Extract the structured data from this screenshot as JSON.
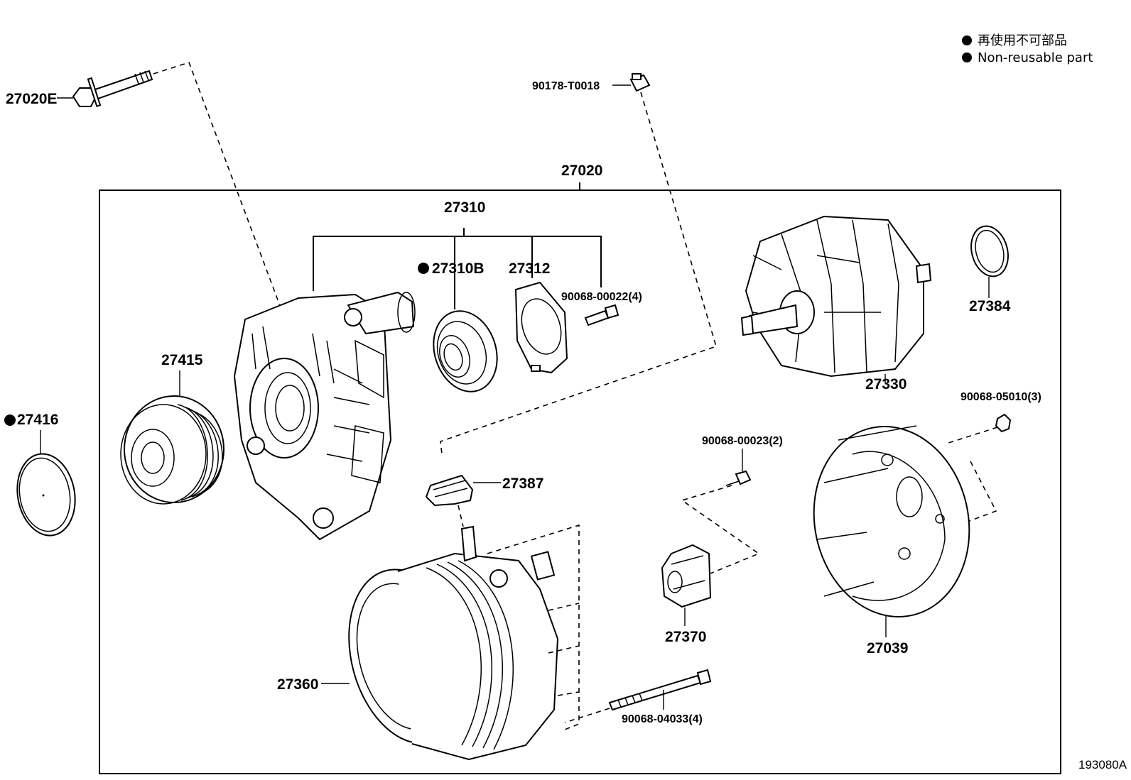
{
  "legend": {
    "jp": "再使用不可部品",
    "en": "Non-reusable part"
  },
  "diagram_code": "193080A",
  "labels": {
    "bolt_27020e": "27020E",
    "clip_90178": "90178-T0018",
    "assembly_27020": "27020",
    "frame_27310": "27310",
    "bearing_27310b": "27310B",
    "retainer_27312": "27312",
    "screw_90068_00022": "90068-00022(4)",
    "pulley_27415": "27415",
    "cap_27416": "27416",
    "rotor_27330": "27330",
    "ring_27384": "27384",
    "nut_90068_05010": "90068-05010(3)",
    "insulator_27387": "27387",
    "screw_90068_00023": "90068-00023(2)",
    "regulator_27370": "27370",
    "cover_27039": "27039",
    "stator_27360": "27360",
    "bolt_90068_04033": "90068-04033(4)"
  }
}
